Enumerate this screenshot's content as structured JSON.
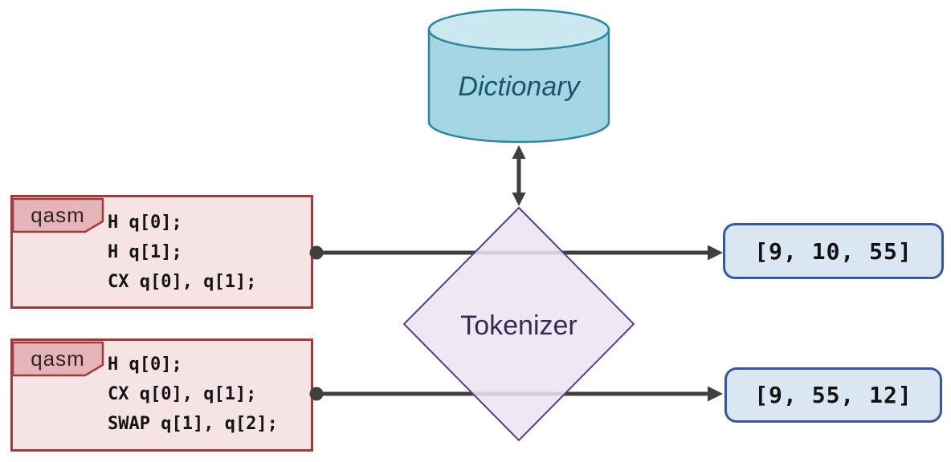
{
  "dictionary": {
    "label": "Dictionary"
  },
  "tokenizer": {
    "label": "Tokenizer"
  },
  "inputs": [
    {
      "tag": "qasm",
      "lines": [
        "H q[0];",
        "H q[1];",
        "CX q[0], q[1];"
      ]
    },
    {
      "tag": "qasm",
      "lines": [
        "H q[0];",
        "CX q[0], q[1];",
        "SWAP q[1], q[2];"
      ]
    }
  ],
  "outputs": [
    {
      "tokens": "[9, 10, 55]"
    },
    {
      "tokens": "[9, 55, 12]"
    }
  ],
  "colors": {
    "arrow": "#3f3f3f",
    "input_box_fill": "#f6e3e4",
    "input_box_border": "#a13b3a",
    "tag_fill": "#e5b5b9",
    "cylinder_body_fill": "#a4d6e3",
    "cylinder_top_fill": "#cce9f2",
    "cylinder_border": "#2e86a0",
    "dictionary_text": "#19566b",
    "diamond_fill": "#eae5f2",
    "diamond_border": "#5a3d80",
    "tokenizer_text": "#382a52",
    "output_box_fill": "#dbe6f3",
    "output_box_border": "#35599b"
  }
}
